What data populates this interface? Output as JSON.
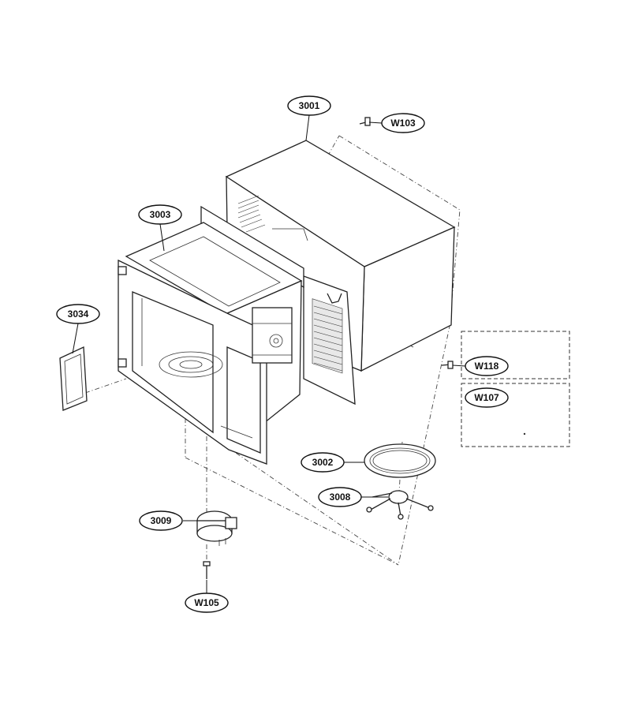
{
  "diagram": {
    "labels": [
      {
        "id": "outer-case",
        "text": "3001"
      },
      {
        "id": "screw-top",
        "text": "W103"
      },
      {
        "id": "cavity",
        "text": "3003"
      },
      {
        "id": "cover-plate",
        "text": "3034"
      },
      {
        "id": "screw-side",
        "text": "W118"
      },
      {
        "id": "part-w107",
        "text": "W107"
      },
      {
        "id": "turntable-tray",
        "text": "3002"
      },
      {
        "id": "roller-guide",
        "text": "3008"
      },
      {
        "id": "motor",
        "text": "3009"
      },
      {
        "id": "screw-motor",
        "text": "W105"
      }
    ]
  }
}
